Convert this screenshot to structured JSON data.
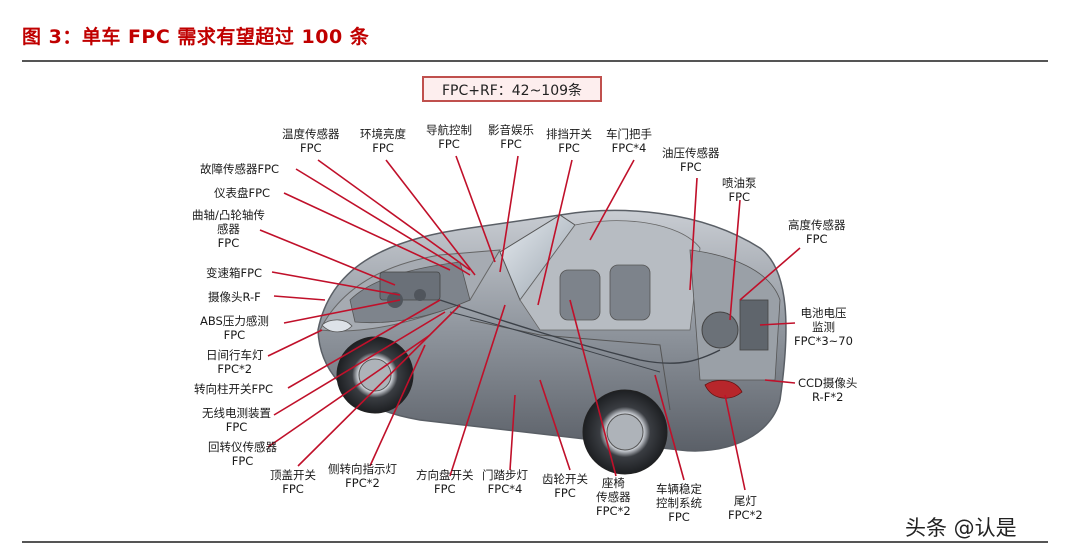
{
  "title": "图 3：单车 FPC 需求有望超过 100 条",
  "badge": "FPC+RF：42~109条",
  "watermark": "头条 @认是",
  "colors": {
    "title": "#c00000",
    "leader": "#c0102a",
    "badge_border": "#c0504d"
  },
  "labels": {
    "temp": [
      "温度传感器",
      "FPC"
    ],
    "env": [
      "环境亮度",
      "FPC"
    ],
    "nav": [
      "导航控制",
      "FPC"
    ],
    "media": [
      "影音娱乐",
      "FPC"
    ],
    "gear": [
      "排挡开关",
      "FPC"
    ],
    "door": [
      "车门把手",
      "FPC*4"
    ],
    "oil": [
      "油压传感器",
      "FPC"
    ],
    "pump": [
      "喷油泵",
      "FPC"
    ],
    "height": [
      "高度传感器",
      "FPC"
    ],
    "battery": [
      "电池电压",
      "监测",
      "FPC*3~70"
    ],
    "ccd": [
      "CCD摄像头",
      "R-F*2"
    ],
    "fault": [
      "故障传感器FPC"
    ],
    "dash": [
      "仪表盘FPC"
    ],
    "crank": [
      "曲轴/凸轮轴传",
      "感器",
      "FPC"
    ],
    "trans": [
      "变速箱FPC"
    ],
    "cam": [
      "摄像头R-F"
    ],
    "abs": [
      "ABS压力感测",
      "FPC"
    ],
    "drl": [
      "日间行车灯",
      "FPC*2"
    ],
    "steer": [
      "转向柱开关FPC"
    ],
    "wireless": [
      "无线电测装置",
      "FPC"
    ],
    "gyro": [
      "回转仪传感器",
      "FPC"
    ],
    "roof": [
      "顶盖开关",
      "FPC"
    ],
    "side": [
      "侧转向指示灯",
      "FPC*2"
    ],
    "wheel": [
      "方向盘开关",
      "FPC"
    ],
    "step": [
      "门踏步灯",
      "FPC*4"
    ],
    "gearsw": [
      "齿轮开关",
      "FPC"
    ],
    "seat": [
      "座椅",
      "传感器",
      "FPC*2"
    ],
    "esc": [
      "车辆稳定",
      "控制系统",
      "FPC"
    ],
    "tail": [
      "尾灯",
      "FPC*2"
    ]
  }
}
